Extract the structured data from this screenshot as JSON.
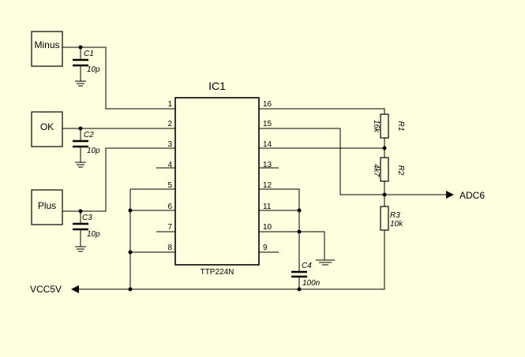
{
  "ic": {
    "name": "IC1",
    "part": "TTP224N",
    "pins_left": [
      "1",
      "2",
      "3",
      "4",
      "5",
      "6",
      "7",
      "8"
    ],
    "pins_right": [
      "16",
      "15",
      "14",
      "13",
      "12",
      "11",
      "10",
      "9"
    ]
  },
  "inputs": {
    "minus": "Minus",
    "ok": "OK",
    "plus": "Plus"
  },
  "caps": {
    "c1": {
      "ref": "C1",
      "value": "10p"
    },
    "c2": {
      "ref": "C2",
      "value": "10p"
    },
    "c3": {
      "ref": "C3",
      "value": "10p"
    },
    "c4": {
      "ref": "C4",
      "value": "100n"
    }
  },
  "resistors": {
    "r1": {
      "ref": "R1",
      "value": "16k"
    },
    "r2": {
      "ref": "R2",
      "value": "4k7"
    },
    "r3": {
      "ref": "R3",
      "value": "10k"
    }
  },
  "nets": {
    "output": "ADC6",
    "supply": "VCC5V"
  }
}
